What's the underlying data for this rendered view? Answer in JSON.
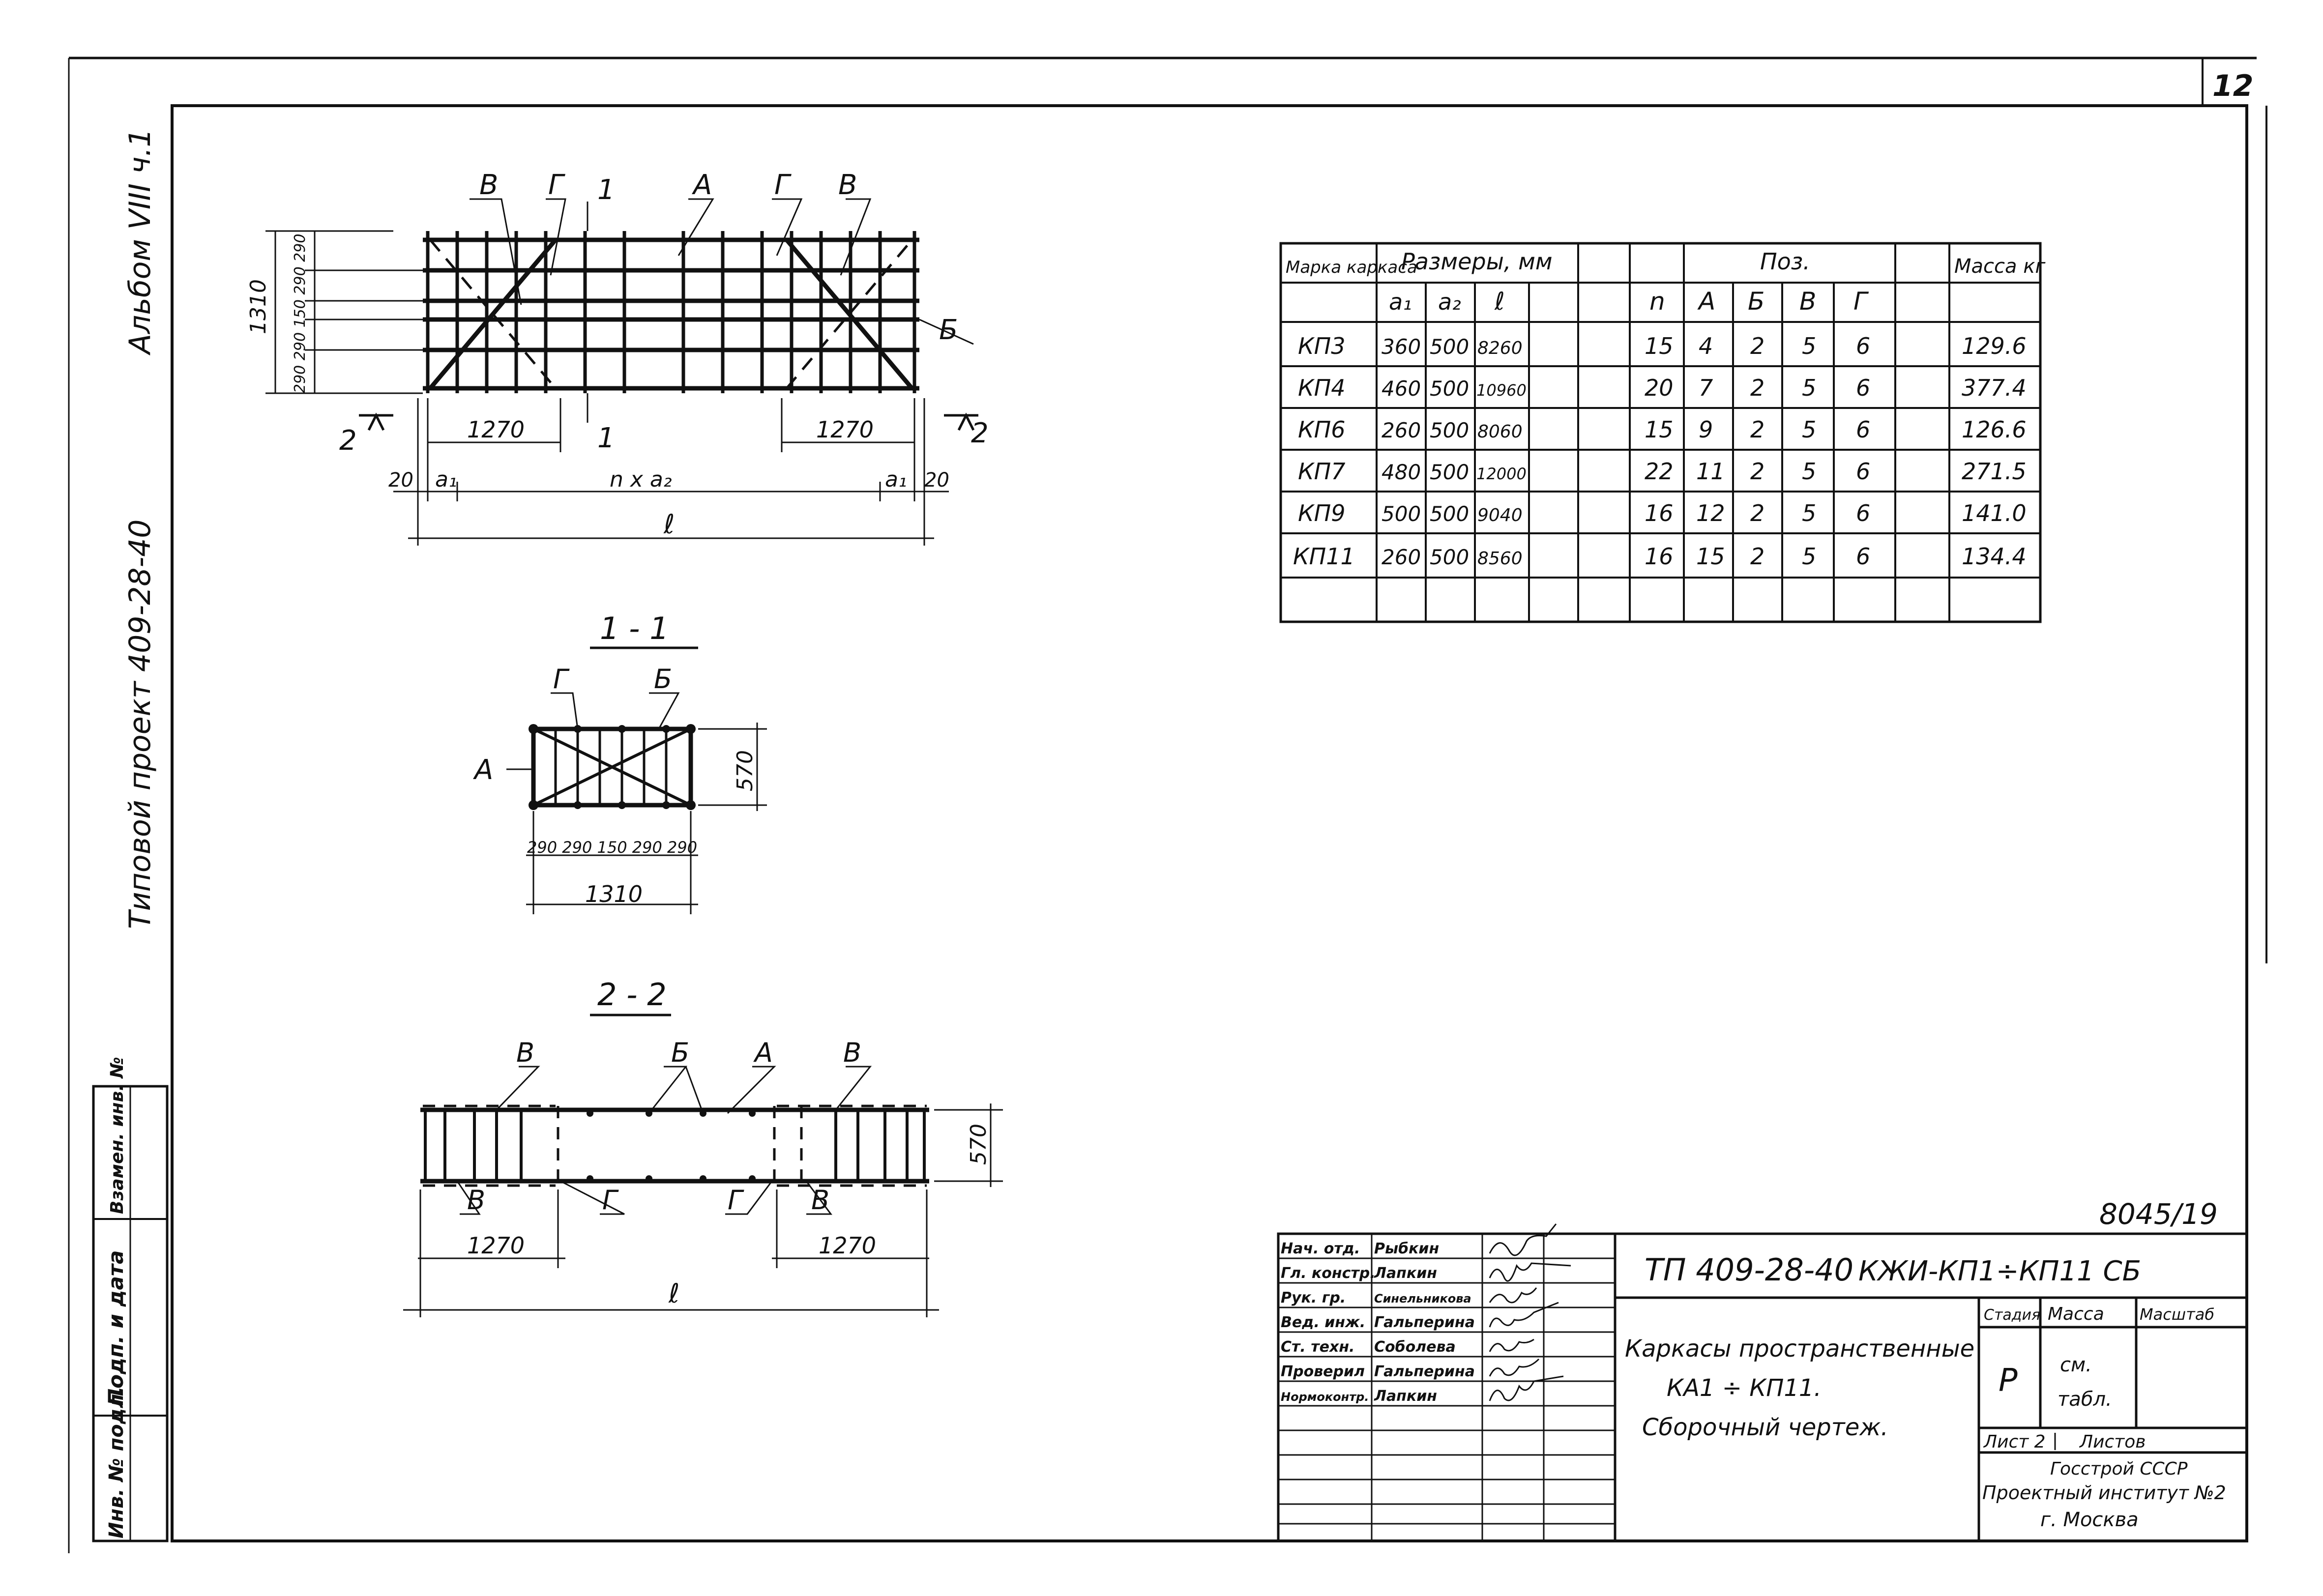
{
  "sheet_number": "12",
  "archive_number": "8045/19",
  "left_strip": {
    "album": "Альбом VIII ч.1",
    "project": "Типовой проект 409-28-40"
  },
  "stamp_columns": [
    "Инв. № подл.",
    "Подп. и дата",
    "Взамен. инв. №"
  ],
  "plan_view": {
    "labels": {
      "v_left": "В",
      "g_left": "Г",
      "cut1": "1",
      "a": "А",
      "g_right": "Г",
      "v_right": "В",
      "b": "Б",
      "cut2": "2"
    },
    "dims": {
      "height": "1310",
      "spacing": "290 290 150 290 290",
      "left": "1270",
      "right": "1270",
      "end_left": "20",
      "a1_left": "a₁",
      "mid": "n x a₂",
      "a1_right": "a₁",
      "end_right": "20",
      "total": "ℓ"
    }
  },
  "section_1": {
    "title": "1 - 1",
    "labels": {
      "g": "Г",
      "b": "Б",
      "a": "А"
    },
    "dims": {
      "height": "570",
      "spacing": "290 290 150 290 290",
      "width": "1310"
    }
  },
  "section_2": {
    "title": "2 - 2",
    "labels": {
      "v_top_left": "В",
      "b": "Б",
      "a": "А",
      "v_top_right": "В",
      "v_bot_left": "В",
      "g_bot_left": "Г",
      "g_bot_right": "Г",
      "v_bot_right": "В"
    },
    "dims": {
      "height": "570",
      "left": "1270",
      "right": "1270",
      "total": "ℓ"
    }
  },
  "spec_table": {
    "header": {
      "mark": "Марка каркаса",
      "dims": "Размеры, мм",
      "a1": "a₁",
      "a2": "a₂",
      "l": "ℓ",
      "pos": "Поз.",
      "n": "n",
      "A": "А",
      "B": "Б",
      "V": "В",
      "G": "Г",
      "mass": "Масса кг"
    },
    "rows": [
      {
        "mark": "КП3",
        "a1": "360",
        "a2": "500",
        "l": "8260",
        "n": "15",
        "A": "4",
        "B": "2",
        "V": "5",
        "G": "6",
        "mass": "129.6"
      },
      {
        "mark": "КП4",
        "a1": "460",
        "a2": "500",
        "l": "10960",
        "n": "20",
        "A": "7",
        "B": "2",
        "V": "5",
        "G": "6",
        "mass": "377.4"
      },
      {
        "mark": "КП6",
        "a1": "260",
        "a2": "500",
        "l": "8060",
        "n": "15",
        "A": "9",
        "B": "2",
        "V": "5",
        "G": "6",
        "mass": "126.6"
      },
      {
        "mark": "КП7",
        "a1": "480",
        "a2": "500",
        "l": "12000",
        "n": "22",
        "A": "11",
        "B": "2",
        "V": "5",
        "G": "6",
        "mass": "271.5"
      },
      {
        "mark": "КП9",
        "a1": "500",
        "a2": "500",
        "l": "9040",
        "n": "16",
        "A": "12",
        "B": "2",
        "V": "5",
        "G": "6",
        "mass": "141.0"
      },
      {
        "mark": "КП11",
        "a1": "260",
        "a2": "500",
        "l": "8560",
        "n": "16",
        "A": "15",
        "B": "2",
        "V": "5",
        "G": "6",
        "mass": "134.4"
      }
    ]
  },
  "title_block": {
    "signatures": [
      {
        "role": "Нач. отд.",
        "name": "Рыбкин"
      },
      {
        "role": "Гл. констр.",
        "name": "Лапкин"
      },
      {
        "role": "Рук. гр.",
        "name": "Синельникова"
      },
      {
        "role": "Вед. инж.",
        "name": "Гальперина"
      },
      {
        "role": "Ст. техн.",
        "name": "Соболева"
      },
      {
        "role": "Проверил",
        "name": "Гальперина"
      },
      {
        "role": "Нормоконтр.",
        "name": "Лапкин"
      }
    ],
    "code": "ТП 409-28-40",
    "doc_code": "КЖИ-КП1÷КП11 СБ",
    "title_lines": [
      "Каркасы пространственные",
      "КА1 ÷ КП11.",
      "Сборочный чертеж."
    ],
    "stage_label": "Стадия",
    "mass_label": "Масса",
    "scale_label": "Масштаб",
    "stage": "Р",
    "mass_value_1": "см.",
    "mass_value_2": "табл.",
    "sheet_label": "Лист 2",
    "sheets_label": "Листов",
    "org_lines": [
      "Госстрой СССР",
      "Проектный институт №2",
      "г. Москва"
    ]
  }
}
